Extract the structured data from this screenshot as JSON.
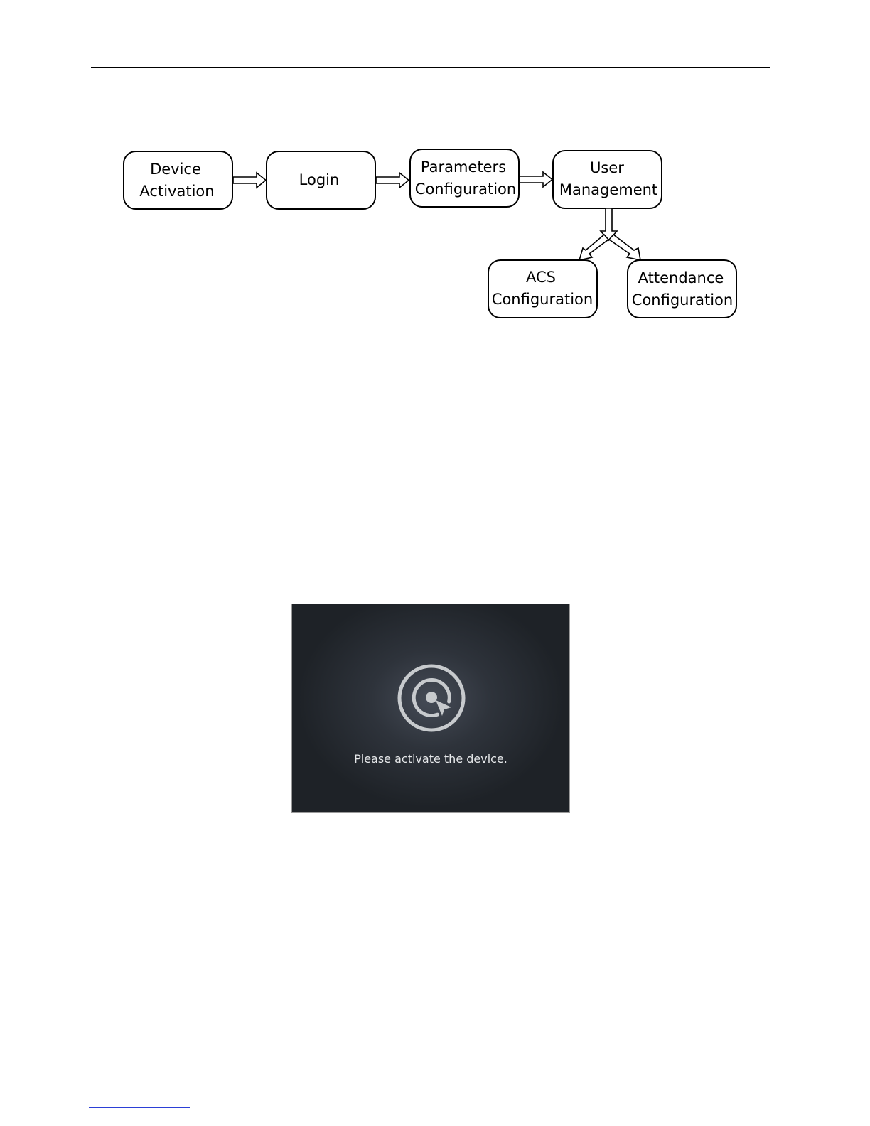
{
  "flowchart": {
    "steps": [
      {
        "line1": "Device",
        "line2": "Activation"
      },
      {
        "line1": "Login",
        "line2": ""
      },
      {
        "line1": "Parameters",
        "line2": "Configuration"
      },
      {
        "line1": "User",
        "line2": "Management"
      },
      {
        "line1": "ACS",
        "line2": "Configuration"
      },
      {
        "line1": "Attendance",
        "line2": "Configuration"
      }
    ]
  },
  "device_screen": {
    "message": "Please activate the device.",
    "icon": "activate-icon"
  },
  "colors": {
    "screen_background": "#2e333b",
    "screen_text": "#e6e8ea",
    "link_underline": "#2b3fd6"
  }
}
